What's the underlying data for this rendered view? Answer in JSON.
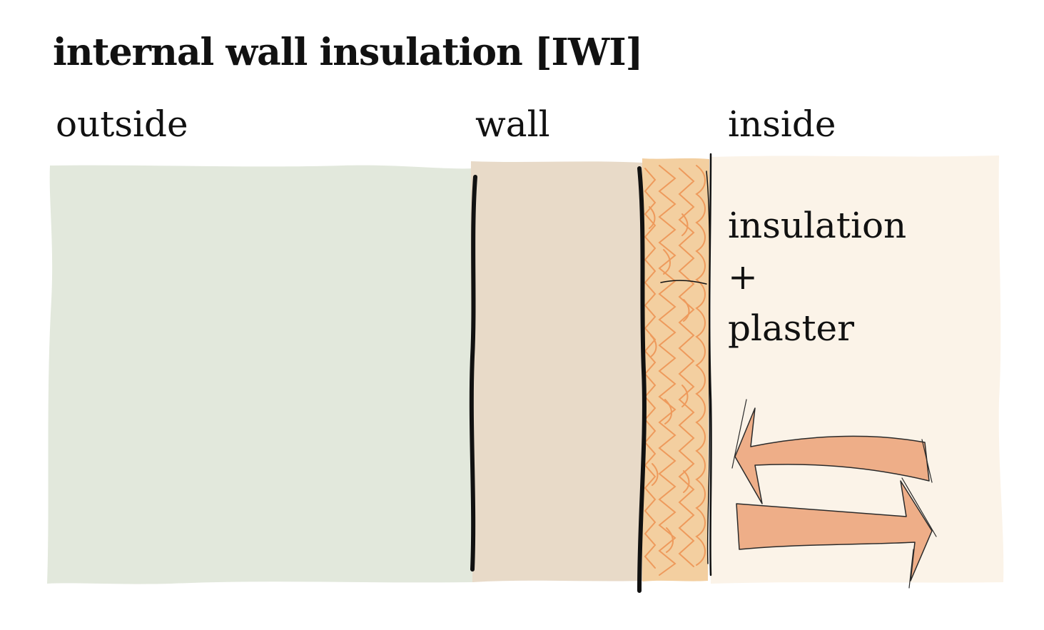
{
  "title": "internal wall insulation [IWI]",
  "labels": {
    "outside": "outside",
    "wall": "wall",
    "inside": "inside"
  },
  "layer_label": {
    "line1": "insulation",
    "line2": "+",
    "line3": "plaster"
  },
  "colors": {
    "outside_fill": "#e2e8dc",
    "wall_fill": "#e8dac8",
    "insulation_fill": "#f3cfa0",
    "insulation_pattern": "#ee9a5c",
    "inside_fill": "#fbf3e8",
    "arrow_fill": "#eeae88",
    "stroke": "#111111"
  },
  "icons": {
    "circulation": "circular-heat-arrows-icon"
  }
}
